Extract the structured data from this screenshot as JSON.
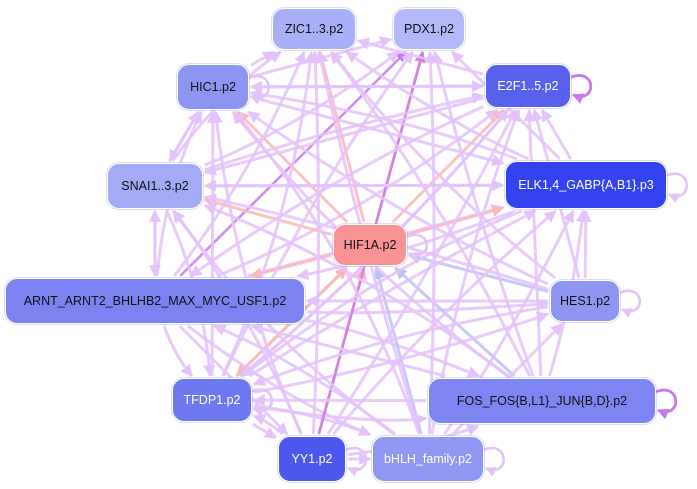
{
  "graph": {
    "nodes": [
      {
        "id": "zic",
        "label": "ZIC1..3.p2",
        "color": "#a9b0f7",
        "dark": false
      },
      {
        "id": "pdx",
        "label": "PDX1.p2",
        "color": "#b3b9f8",
        "dark": false
      },
      {
        "id": "hic",
        "label": "HIC1.p2",
        "color": "#8d95f3",
        "dark": false
      },
      {
        "id": "e2f",
        "label": "E2F1..5.p2",
        "color": "#5761ee",
        "dark": true
      },
      {
        "id": "snai",
        "label": "SNAI1..3.p2",
        "color": "#a3aaf6",
        "dark": false
      },
      {
        "id": "elk",
        "label": "ELK1,4_GABP{A,B1}.p3",
        "color": "#3343ef",
        "dark": true
      },
      {
        "id": "hif",
        "label": "HIF1A.p2",
        "color": "#f99393",
        "dark": false
      },
      {
        "id": "arnt",
        "label": "ARNT_ARNT2_BHLHB2_MAX_MYC_USF1.p2",
        "color": "#7b83f0",
        "dark": false
      },
      {
        "id": "hes",
        "label": "HES1.p2",
        "color": "#8f96f2",
        "dark": false
      },
      {
        "id": "tfdp",
        "label": "TFDP1.p2",
        "color": "#6e78f1",
        "dark": true
      },
      {
        "id": "fos",
        "label": "FOS_FOS{B,L1}_JUN{B,D}.p2",
        "color": "#7d85f2",
        "dark": false
      },
      {
        "id": "yy1",
        "label": "YY1.p2",
        "color": "#4d58ee",
        "dark": true
      },
      {
        "id": "bhlh",
        "label": "bHLH_family.p2",
        "color": "#8f97f3",
        "dark": true
      }
    ]
  }
}
